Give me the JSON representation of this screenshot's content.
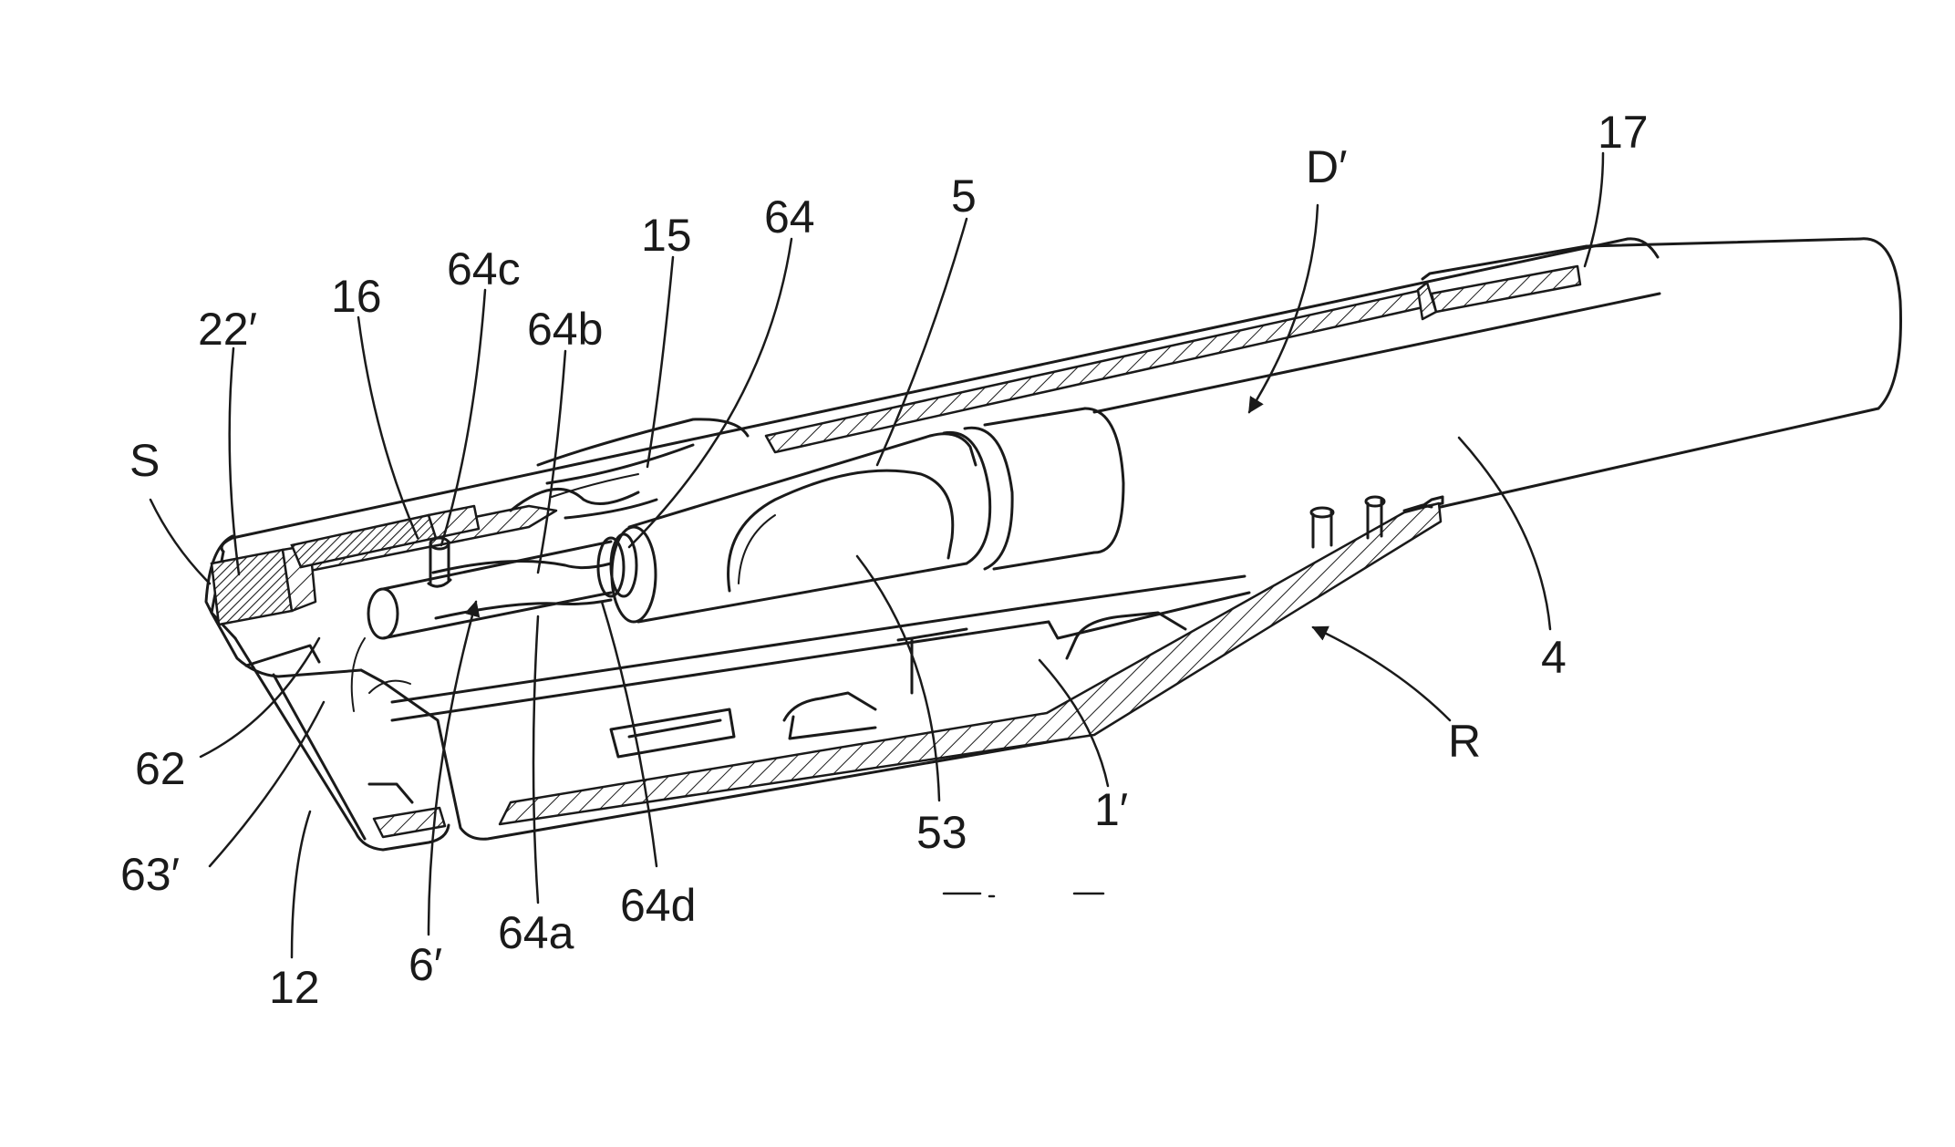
{
  "figure": {
    "labels": {
      "l17": "17",
      "lD": "D′",
      "l5": "5",
      "l64": "64",
      "l15": "15",
      "l64c": "64c",
      "l16": "16",
      "l64b": "64b",
      "l22": "22′",
      "lS": "S",
      "l4": "4",
      "lR": "R",
      "l62": "62",
      "l63": "63′",
      "l53": "53",
      "l1": "1′",
      "l64d": "64d",
      "l64a": "64a",
      "l6": "6′",
      "l12": "12"
    },
    "line_color": "#1a1a1a"
  }
}
